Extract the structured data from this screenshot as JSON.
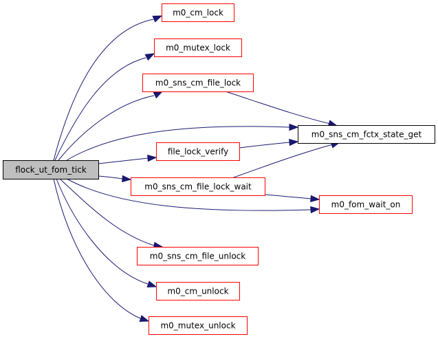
{
  "diagram": {
    "type": "call-graph",
    "colors": {
      "edge": "#191970",
      "root_fill": "#bfbfbf",
      "root_border": "#000000",
      "linked_border": "#ff0000",
      "plain_border": "#000000",
      "node_fill": "#ffffff"
    },
    "nodes": [
      {
        "id": "flock_ut_fom_tick",
        "label": "flock_ut_fom_tick",
        "kind": "root"
      },
      {
        "id": "m0_cm_lock",
        "label": "m0_cm_lock",
        "kind": "linked"
      },
      {
        "id": "m0_mutex_lock",
        "label": "m0_mutex_lock",
        "kind": "linked"
      },
      {
        "id": "m0_sns_cm_file_lock",
        "label": "m0_sns_cm_file_lock",
        "kind": "linked"
      },
      {
        "id": "m0_sns_cm_fctx_state_get",
        "label": "m0_sns_cm_fctx_state_get",
        "kind": "plain"
      },
      {
        "id": "file_lock_verify",
        "label": "file_lock_verify",
        "kind": "linked"
      },
      {
        "id": "m0_sns_cm_file_lock_wait",
        "label": "m0_sns_cm_file_lock_wait",
        "kind": "linked"
      },
      {
        "id": "m0_fom_wait_on",
        "label": "m0_fom_wait_on",
        "kind": "linked"
      },
      {
        "id": "m0_sns_cm_file_unlock",
        "label": "m0_sns_cm_file_unlock",
        "kind": "linked"
      },
      {
        "id": "m0_cm_unlock",
        "label": "m0_cm_unlock",
        "kind": "linked"
      },
      {
        "id": "m0_mutex_unlock",
        "label": "m0_mutex_unlock",
        "kind": "linked"
      }
    ],
    "edges": [
      {
        "from": "flock_ut_fom_tick",
        "to": "m0_cm_lock"
      },
      {
        "from": "flock_ut_fom_tick",
        "to": "m0_mutex_lock"
      },
      {
        "from": "flock_ut_fom_tick",
        "to": "m0_sns_cm_file_lock"
      },
      {
        "from": "flock_ut_fom_tick",
        "to": "m0_sns_cm_fctx_state_get"
      },
      {
        "from": "flock_ut_fom_tick",
        "to": "file_lock_verify"
      },
      {
        "from": "flock_ut_fom_tick",
        "to": "m0_sns_cm_file_lock_wait"
      },
      {
        "from": "flock_ut_fom_tick",
        "to": "m0_fom_wait_on"
      },
      {
        "from": "flock_ut_fom_tick",
        "to": "m0_sns_cm_file_unlock"
      },
      {
        "from": "flock_ut_fom_tick",
        "to": "m0_cm_unlock"
      },
      {
        "from": "flock_ut_fom_tick",
        "to": "m0_mutex_unlock"
      },
      {
        "from": "m0_sns_cm_file_lock",
        "to": "m0_sns_cm_fctx_state_get"
      },
      {
        "from": "file_lock_verify",
        "to": "m0_sns_cm_fctx_state_get"
      },
      {
        "from": "m0_sns_cm_file_lock_wait",
        "to": "m0_sns_cm_fctx_state_get"
      },
      {
        "from": "m0_sns_cm_file_lock_wait",
        "to": "m0_fom_wait_on"
      }
    ]
  }
}
